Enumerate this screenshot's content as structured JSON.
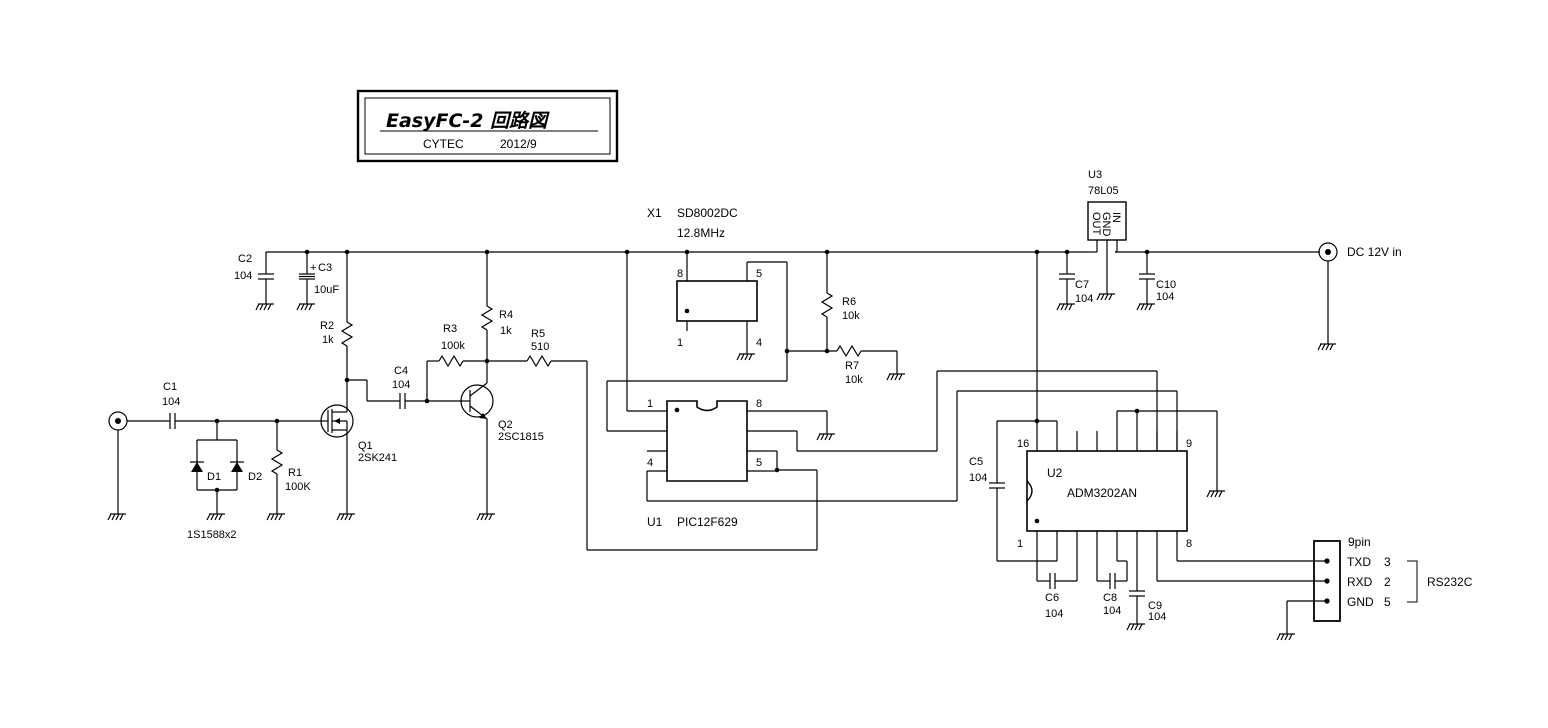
{
  "title_block": {
    "title": "EasyFC-2 回路図",
    "company": "CYTEC",
    "date": "2012/9"
  },
  "components": {
    "x1": {
      "ref": "X1",
      "part": "SD8002DC",
      "freq": "12.8MHz",
      "pins": [
        "8",
        "5",
        "1",
        "4"
      ]
    },
    "u1": {
      "ref": "U1",
      "part": "PIC12F629",
      "pins": [
        "1",
        "8",
        "4",
        "5"
      ]
    },
    "u2": {
      "ref": "U2",
      "part": "ADM3202AN",
      "pins": [
        "16",
        "9",
        "1",
        "8"
      ]
    },
    "u3": {
      "ref": "U3",
      "part": "78L05",
      "pin_labels": [
        "OUT",
        "GND",
        "IN"
      ]
    },
    "q1": {
      "ref": "Q1",
      "part": "2SK241"
    },
    "q2": {
      "ref": "Q2",
      "part": "2SC1815"
    },
    "d1": {
      "ref": "D1"
    },
    "d2": {
      "ref": "D2"
    },
    "diodes": {
      "part": "1S1588x2"
    },
    "c1": {
      "ref": "C1",
      "value": "104"
    },
    "c2": {
      "ref": "C2",
      "value": "104"
    },
    "c3": {
      "ref": "C3",
      "value": "10uF"
    },
    "c4": {
      "ref": "C4",
      "value": "104"
    },
    "c5": {
      "ref": "C5",
      "value": "104"
    },
    "c6": {
      "ref": "C6",
      "value": "104"
    },
    "c7": {
      "ref": "C7",
      "value": "104"
    },
    "c8": {
      "ref": "C8",
      "value": "104"
    },
    "c9": {
      "ref": "C9",
      "value": "104"
    },
    "c10": {
      "ref": "C10",
      "value": "104"
    },
    "r1": {
      "ref": "R1",
      "value": "100K"
    },
    "r2": {
      "ref": "R2",
      "value": "1k"
    },
    "r3": {
      "ref": "R3",
      "value": "100k"
    },
    "r4": {
      "ref": "R4",
      "value": "1k"
    },
    "r5": {
      "ref": "R5",
      "value": "510"
    },
    "r6": {
      "ref": "R6",
      "value": "10k"
    },
    "r7": {
      "ref": "R7",
      "value": "10k"
    }
  },
  "connectors": {
    "dc_in": {
      "label": "DC 12V in"
    },
    "serial": {
      "title": "9pin",
      "signals": [
        {
          "name": "TXD",
          "pin": "3"
        },
        {
          "name": "RXD",
          "pin": "2"
        },
        {
          "name": "GND",
          "pin": "5"
        }
      ],
      "group_label": "RS232C"
    }
  }
}
